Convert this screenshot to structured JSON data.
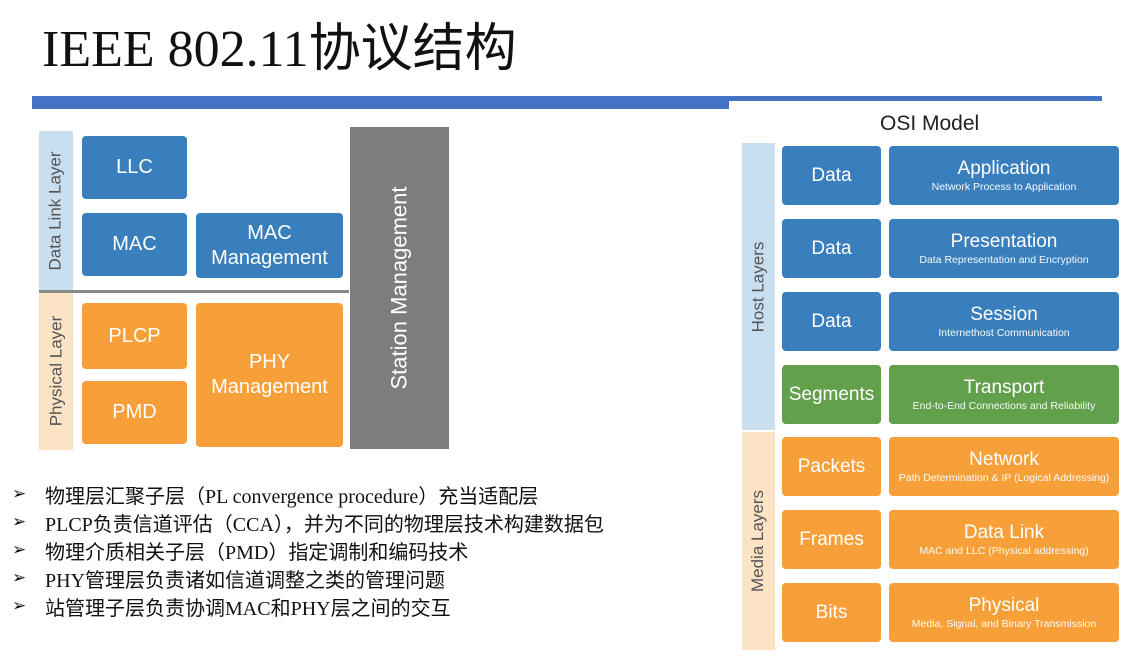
{
  "title": "IEEE 802.11协议结构",
  "left_diagram": {
    "data_link_label": "Data Link Layer",
    "physical_label": "Physical Layer",
    "llc": "LLC",
    "mac": "MAC",
    "mac_mgmt": "MAC Management",
    "plcp": "PLCP",
    "pmd": "PMD",
    "phy_mgmt": "PHY Management",
    "station_mgmt": "Station Management"
  },
  "osi": {
    "title": "OSI Model",
    "host_label": "Host Layers",
    "media_label": "Media Layers",
    "rows": [
      {
        "unit": "Data",
        "name": "Application",
        "desc": "Network Process to Application"
      },
      {
        "unit": "Data",
        "name": "Presentation",
        "desc": "Data Representation and Encryption"
      },
      {
        "unit": "Data",
        "name": "Session",
        "desc": "Internethost Communication"
      },
      {
        "unit": "Segments",
        "name": "Transport",
        "desc": "End-to-End Connections and Reliability"
      },
      {
        "unit": "Packets",
        "name": "Network",
        "desc": "Path Determination & IP (Logical Addressing)"
      },
      {
        "unit": "Frames",
        "name": "Data Link",
        "desc": "MAC and LLC (Physical addressing)"
      },
      {
        "unit": "Bits",
        "name": "Physical",
        "desc": "Media, Signal, and Binary Transmission"
      }
    ]
  },
  "bullet_symbol": "➢",
  "bullets": [
    "物理层汇聚子层（PL convergence procedure）充当适配层",
    "PLCP负责信道评估（CCA），并为不同的物理层技术构建数据包",
    "物理介质相关子层（PMD）指定调制和编码技术",
    "PHY管理层负责诸如信道调整之类的管理问题",
    "站管理子层负责协调MAC和PHY层之间的交互"
  ]
}
